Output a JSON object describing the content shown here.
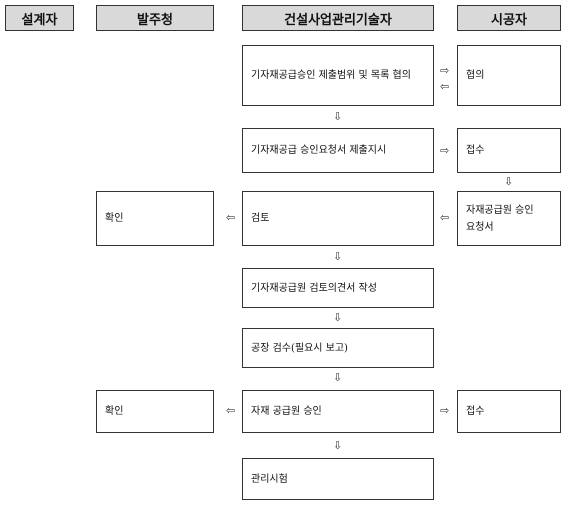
{
  "headers": {
    "designer": "설계자",
    "client": "발주청",
    "cm_engineer": "건설사업관리기술자",
    "contractor": "시공자"
  },
  "boxes": {
    "cm_scope": "기자재공급승인 제출범위 및 목록 협의",
    "contractor_consult": "협의",
    "cm_submit_instruct": "기자재공급 승인요청서 제출지시",
    "contractor_receive1": "접수",
    "client_confirm1": "확인",
    "cm_review": "검토",
    "contractor_request": "자재공급원 승인요청서",
    "cm_opinion": "기자재공급원 검토의견서 작성",
    "cm_factory": "공장 검수(필요시 보고)",
    "client_confirm2": "확인",
    "cm_approve": "자재 공급원 승인",
    "contractor_receive2": "접수",
    "cm_test": "관리시험"
  },
  "arrows": {
    "down": "⇩",
    "left": "⇦",
    "right": "⇨"
  },
  "colors": {
    "header_bg": "#d9d9d9",
    "border": "#333333"
  }
}
